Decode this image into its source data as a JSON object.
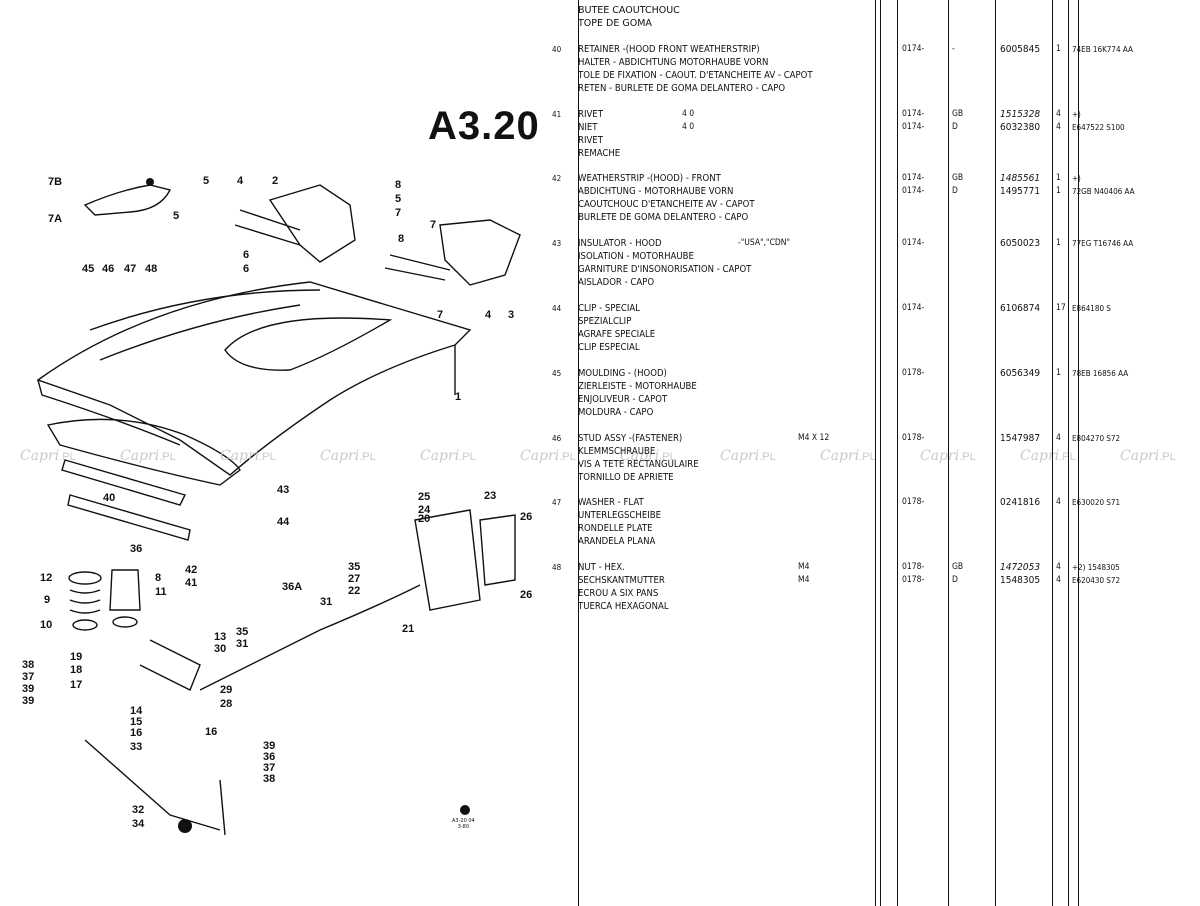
{
  "page_code": "A3.20",
  "stamp": [
    "A3-20 04",
    "3-80"
  ],
  "watermark": {
    "word": "Capri",
    "suffix": ".PL"
  },
  "header_lines": [
    "BUTEE CAOUTCHOUC",
    "TOPE DE GOMA"
  ],
  "callouts": [
    "7B",
    "7A",
    "5",
    "4",
    "2",
    "8",
    "5",
    "7",
    "8",
    "7",
    "6",
    "6",
    "7",
    "4",
    "3",
    "5",
    "45",
    "46",
    "47",
    "48",
    "1",
    "43",
    "44",
    "40",
    "42",
    "41",
    "36",
    "12",
    "9",
    "10",
    "8",
    "11",
    "25",
    "24",
    "20",
    "23",
    "26",
    "26",
    "35",
    "27",
    "22",
    "31",
    "21",
    "36A",
    "35",
    "31",
    "13",
    "30",
    "19",
    "18",
    "17",
    "38",
    "37",
    "39",
    "39",
    "29",
    "28",
    "14",
    "15",
    "16",
    "33",
    "16",
    "39",
    "36",
    "37",
    "38",
    "32",
    "34"
  ],
  "items": [
    {
      "num": "40",
      "desc": [
        "RETAINER -(HOOD FRONT WEATHERSTRIP)",
        "HALTER - ABDICHTUNG MOTORHAUBE VORN",
        "TOLE DE FIXATION - CAOUT. D'ETANCHEITE AV - CAPOT",
        "RETEN - BURLETE DE GOMA DELANTERO - CAPO"
      ],
      "spec": "",
      "rows": [
        {
          "from": "0174-",
          "ctry": "-",
          "part": "6005845",
          "italic": false,
          "qty": "1",
          "ref": "74EB 16K774 AA"
        }
      ]
    },
    {
      "num": "41",
      "desc": [
        "RIVET",
        "NIET",
        "RIVET",
        "REMACHE"
      ],
      "spec_lines": [
        "4 0",
        "4 0"
      ],
      "rows": [
        {
          "from": "0174-",
          "ctry": "GB",
          "part": "1515328",
          "italic": true,
          "qty": "4",
          "ref": "+)"
        },
        {
          "from": "0174-",
          "ctry": "D",
          "part": "6032380",
          "italic": false,
          "qty": "4",
          "ref": "E647522 S100"
        }
      ]
    },
    {
      "num": "42",
      "desc": [
        "WEATHERSTRIP -(HOOD) - FRONT",
        "ABDICHTUNG - MOTORHAUBE VORN",
        "CAOUTCHOUC D'ETANCHEITE AV - CAPOT",
        "BURLETE DE GOMA DELANTERO - CAPO"
      ],
      "spec": "",
      "rows": [
        {
          "from": "0174-",
          "ctry": "GB",
          "part": "1485561",
          "italic": true,
          "qty": "1",
          "ref": "+)"
        },
        {
          "from": "0174-",
          "ctry": "D",
          "part": "1495771",
          "italic": false,
          "qty": "1",
          "ref": "72GB N40406 AA"
        }
      ]
    },
    {
      "num": "43",
      "desc": [
        "INSULATOR - HOOD",
        "ISOLATION - MOTORHAUBE",
        "GARNITURE D'INSONORISATION - CAPOT",
        "AISLADOR - CAPO"
      ],
      "spec": "-\"USA\",\"CDN\"",
      "rows": [
        {
          "from": "0174-",
          "ctry": "",
          "part": "6050023",
          "italic": false,
          "qty": "1",
          "ref": "77EG T16746 AA"
        }
      ]
    },
    {
      "num": "44",
      "desc": [
        "CLIP - SPECIAL",
        "SPEZIALCLIP",
        "AGRAFE SPECIALE",
        "CLIP ESPECIAL"
      ],
      "spec": "",
      "rows": [
        {
          "from": "0174-",
          "ctry": "",
          "part": "6106874",
          "italic": false,
          "qty": "17",
          "ref": "E864180 S"
        }
      ]
    },
    {
      "num": "45",
      "desc": [
        "MOULDING - (HOOD)",
        "ZIERLEISTE - MOTORHAUBE",
        "ENJOLIVEUR - CAPOT",
        "MOLDURA - CAPO"
      ],
      "spec": "",
      "rows": [
        {
          "from": "0178-",
          "ctry": "",
          "part": "6056349",
          "italic": false,
          "qty": "1",
          "ref": "78EB 16856 AA"
        }
      ]
    },
    {
      "num": "46",
      "desc": [
        "STUD ASSY -(FASTENER)",
        "KLEMMSCHRAUBE",
        "VIS A TETE RECTANGULAIRE",
        "TORNILLO DE APRIETE"
      ],
      "spec": "M4 X 12",
      "rows": [
        {
          "from": "0178-",
          "ctry": "",
          "part": "1547987",
          "italic": false,
          "qty": "4",
          "ref": "E804270 S72"
        }
      ]
    },
    {
      "num": "47",
      "desc": [
        "WASHER - FLAT",
        "UNTERLEGSCHEIBE",
        "RONDELLE PLATE",
        "ARANDELA PLANA"
      ],
      "spec": "",
      "rows": [
        {
          "from": "0178-",
          "ctry": "",
          "part": "0241816",
          "italic": false,
          "qty": "4",
          "ref": "E630020 S71"
        }
      ]
    },
    {
      "num": "48",
      "desc": [
        "NUT - HEX.",
        "SECHSKANTMUTTER",
        "ECROU A SIX PANS",
        "TUERCA HEXAGONAL"
      ],
      "spec_lines": [
        "M4",
        "M4"
      ],
      "rows": [
        {
          "from": "0178-",
          "ctry": "GB",
          "part": "1472053",
          "italic": true,
          "qty": "4",
          "ref": "+2) 1548305"
        },
        {
          "from": "0178-",
          "ctry": "D",
          "part": "1548305",
          "italic": false,
          "qty": "4",
          "ref": "E620430 S72"
        }
      ]
    }
  ]
}
